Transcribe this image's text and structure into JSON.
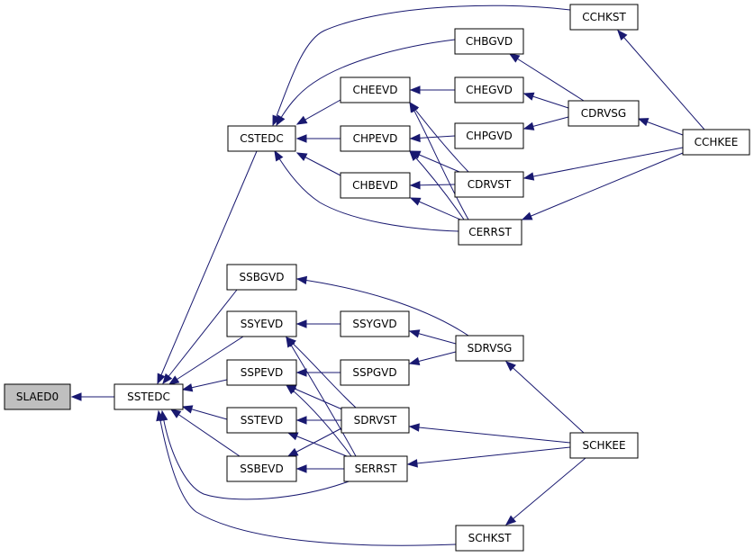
{
  "colors": {
    "edge": "#191970",
    "focus_fill": "#bfbfbf",
    "node_fill": "#ffffff",
    "node_border": "#000000"
  },
  "nodes": {
    "slaed0": "SLAED0",
    "sstedc": "SSTEDC",
    "cstedc": "CSTEDC",
    "cchkst": "CCHKST",
    "chbgvd": "CHBGVD",
    "cheevd": "CHEEVD",
    "chegvd": "CHEGVD",
    "cdrvsg": "CDRVSG",
    "cchkee": "CCHKEE",
    "chpevd": "CHPEVD",
    "chpgvd": "CHPGVD",
    "chbevd": "CHBEVD",
    "cdrvst": "CDRVST",
    "cerrst": "CERRST",
    "ssbgvd": "SSBGVD",
    "ssyevd": "SSYEVD",
    "ssygvd": "SSYGVD",
    "sdrvsg": "SDRVSG",
    "sspevd": "SSPEVD",
    "sspgvd": "SSPGVD",
    "sstevd": "SSTEVD",
    "sdrvst": "SDRVST",
    "schkee": "SCHKEE",
    "ssbevd": "SSBEVD",
    "serrst": "SERRST",
    "schkst": "SCHKST"
  },
  "focus_node": "slaed0",
  "edges": [
    [
      "sstedc",
      "slaed0"
    ],
    [
      "cstedc",
      "sstedc"
    ],
    [
      "ssbgvd",
      "sstedc"
    ],
    [
      "ssyevd",
      "sstedc"
    ],
    [
      "sspevd",
      "sstedc"
    ],
    [
      "sstevd",
      "sstedc"
    ],
    [
      "ssbevd",
      "sstedc"
    ],
    [
      "serrst",
      "sstedc"
    ],
    [
      "schkst",
      "sstedc"
    ],
    [
      "cchkst",
      "cstedc"
    ],
    [
      "chbgvd",
      "cstedc"
    ],
    [
      "cheevd",
      "cstedc"
    ],
    [
      "chpevd",
      "cstedc"
    ],
    [
      "chbevd",
      "cstedc"
    ],
    [
      "cerrst",
      "cstedc"
    ],
    [
      "cchkee",
      "cchkst"
    ],
    [
      "cdrvsg",
      "chbgvd"
    ],
    [
      "chegvd",
      "cheevd"
    ],
    [
      "cdrvst",
      "cheevd"
    ],
    [
      "cerrst",
      "cheevd"
    ],
    [
      "cdrvsg",
      "chegvd"
    ],
    [
      "cchkee",
      "cdrvsg"
    ],
    [
      "chpgvd",
      "chpevd"
    ],
    [
      "cdrvst",
      "chpevd"
    ],
    [
      "cerrst",
      "chpevd"
    ],
    [
      "cdrvsg",
      "chpgvd"
    ],
    [
      "cdrvst",
      "chbevd"
    ],
    [
      "cerrst",
      "chbevd"
    ],
    [
      "cchkee",
      "cdrvst"
    ],
    [
      "cchkee",
      "cerrst"
    ],
    [
      "sdrvsg",
      "ssbgvd"
    ],
    [
      "ssygvd",
      "ssyevd"
    ],
    [
      "sdrvst",
      "ssyevd"
    ],
    [
      "serrst",
      "ssyevd"
    ],
    [
      "sdrvsg",
      "ssygvd"
    ],
    [
      "schkee",
      "sdrvsg"
    ],
    [
      "sspgvd",
      "sspevd"
    ],
    [
      "sdrvst",
      "sspevd"
    ],
    [
      "serrst",
      "sspevd"
    ],
    [
      "sdrvsg",
      "sspgvd"
    ],
    [
      "sdrvst",
      "sstevd"
    ],
    [
      "serrst",
      "sstevd"
    ],
    [
      "schkee",
      "sdrvst"
    ],
    [
      "sdrvst",
      "ssbevd"
    ],
    [
      "serrst",
      "ssbevd"
    ],
    [
      "schkee",
      "serrst"
    ],
    [
      "schkee",
      "schkst"
    ]
  ]
}
